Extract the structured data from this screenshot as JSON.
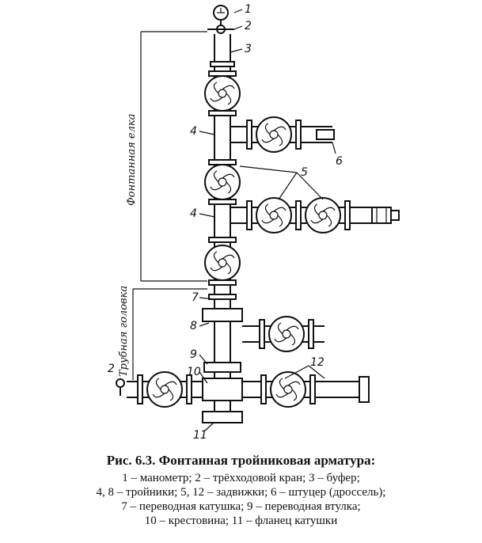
{
  "callouts": {
    "n1": "1",
    "n2_top": "2",
    "n3": "3",
    "n4_upper": "4",
    "n4_lower": "4",
    "n5": "5",
    "n6": "6",
    "n7": "7",
    "n8": "8",
    "n9": "9",
    "n10": "10",
    "n11": "11",
    "n2_left": "2",
    "n12": "12"
  },
  "side_labels": {
    "upper": "Фонтанная елка",
    "lower": "Трубная головка"
  },
  "caption": {
    "title": "Рис. 6.3. Фонтанная тройниковая арматура:",
    "lines": [
      "1 – манометр; 2 – трёхходовой кран; 3 – буфер;",
      "4, 8 – тройники; 5, 12 – задвижки; 6 – штуцер (дроссель);",
      "7 – переводная катушка; 9 – переводная втулка;",
      "10 – крестовина; 11 – фланец катушки"
    ]
  }
}
